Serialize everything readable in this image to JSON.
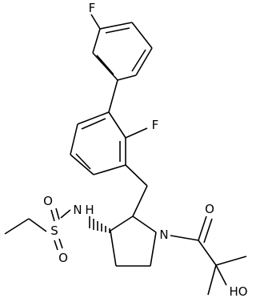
{
  "molecule": {
    "atoms": {
      "f_top": "F",
      "f_mid": "F",
      "n_sulfonamide": "N",
      "h_sulfonamide": "H",
      "s": "S",
      "o_s_top": "O",
      "o_s_bottom": "O",
      "n_ring": "N",
      "o_carbonyl": "O",
      "o_hydroxyl": "HO"
    }
  }
}
